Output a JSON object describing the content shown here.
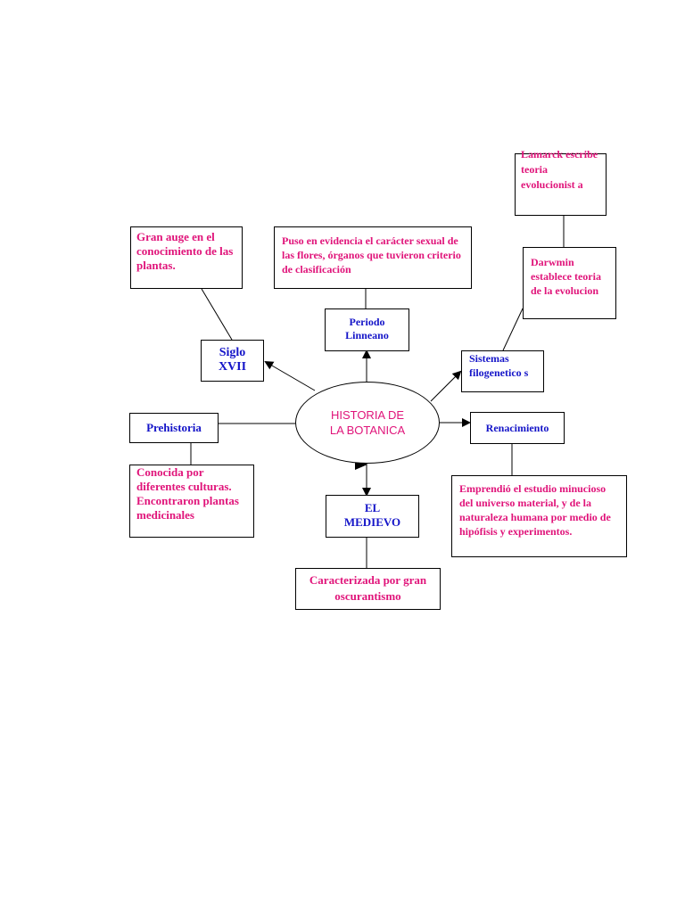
{
  "center": "HISTORIA DE LA BOTANICA",
  "nodes": {
    "siglo_xvii": "Siglo XVII",
    "siglo_xvii_note": "Gran auge en el conocimiento de las plantas.",
    "periodo_linneano": "Periodo Linneano",
    "periodo_linneano_note": "Puso en evidencia el carácter sexual de las flores, órganos que tuvieron criterio de clasificación",
    "sistemas": "Sistemas filogenetico s",
    "darwin_note": "Darwmin establece teoria de la evolucion",
    "lamarck_note": "Lamarck escribe teoria evolucionist a",
    "prehistoria": "Prehistoria",
    "prehistoria_note": "Conocida por diferentes culturas. Encontraron plantas medicinales",
    "renacimiento": "Renacimiento",
    "renacimiento_note": "Emprendió el estudio minucioso del universo material, y de la naturaleza humana por medio de hipófisis y experimentos.",
    "medievo": "EL MEDIEVO",
    "medievo_note": "Caracterizada por gran oscurantismo"
  },
  "colors": {
    "note_text": "#e0147a",
    "node_text": "#1414c8",
    "lines": "#000000"
  }
}
